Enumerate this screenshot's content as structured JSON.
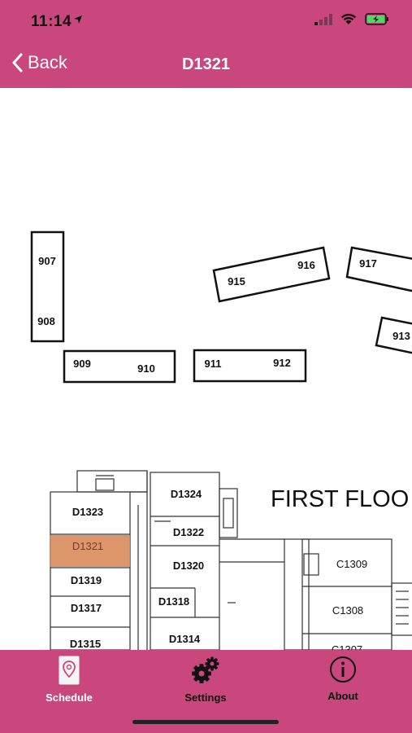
{
  "status_bar": {
    "time": "11:14"
  },
  "nav": {
    "back_label": "Back",
    "title": "D1321"
  },
  "map": {
    "floor_label": "FIRST FLOO",
    "selected_room": "D1321",
    "rooms": [
      "907",
      "908",
      "909",
      "910",
      "911",
      "912",
      "915",
      "916",
      "917",
      "913",
      "D1324",
      "D1323",
      "D1322",
      "D1321",
      "D1320",
      "D1319",
      "D1318",
      "D1317",
      "D1315",
      "D1314",
      "C1309",
      "C1308",
      "C1307"
    ]
  },
  "tabs": [
    {
      "label": "Schedule"
    },
    {
      "label": "Settings"
    },
    {
      "label": "About"
    }
  ],
  "colors": {
    "brand": "#c9477c",
    "selected": "#d98a5a"
  }
}
